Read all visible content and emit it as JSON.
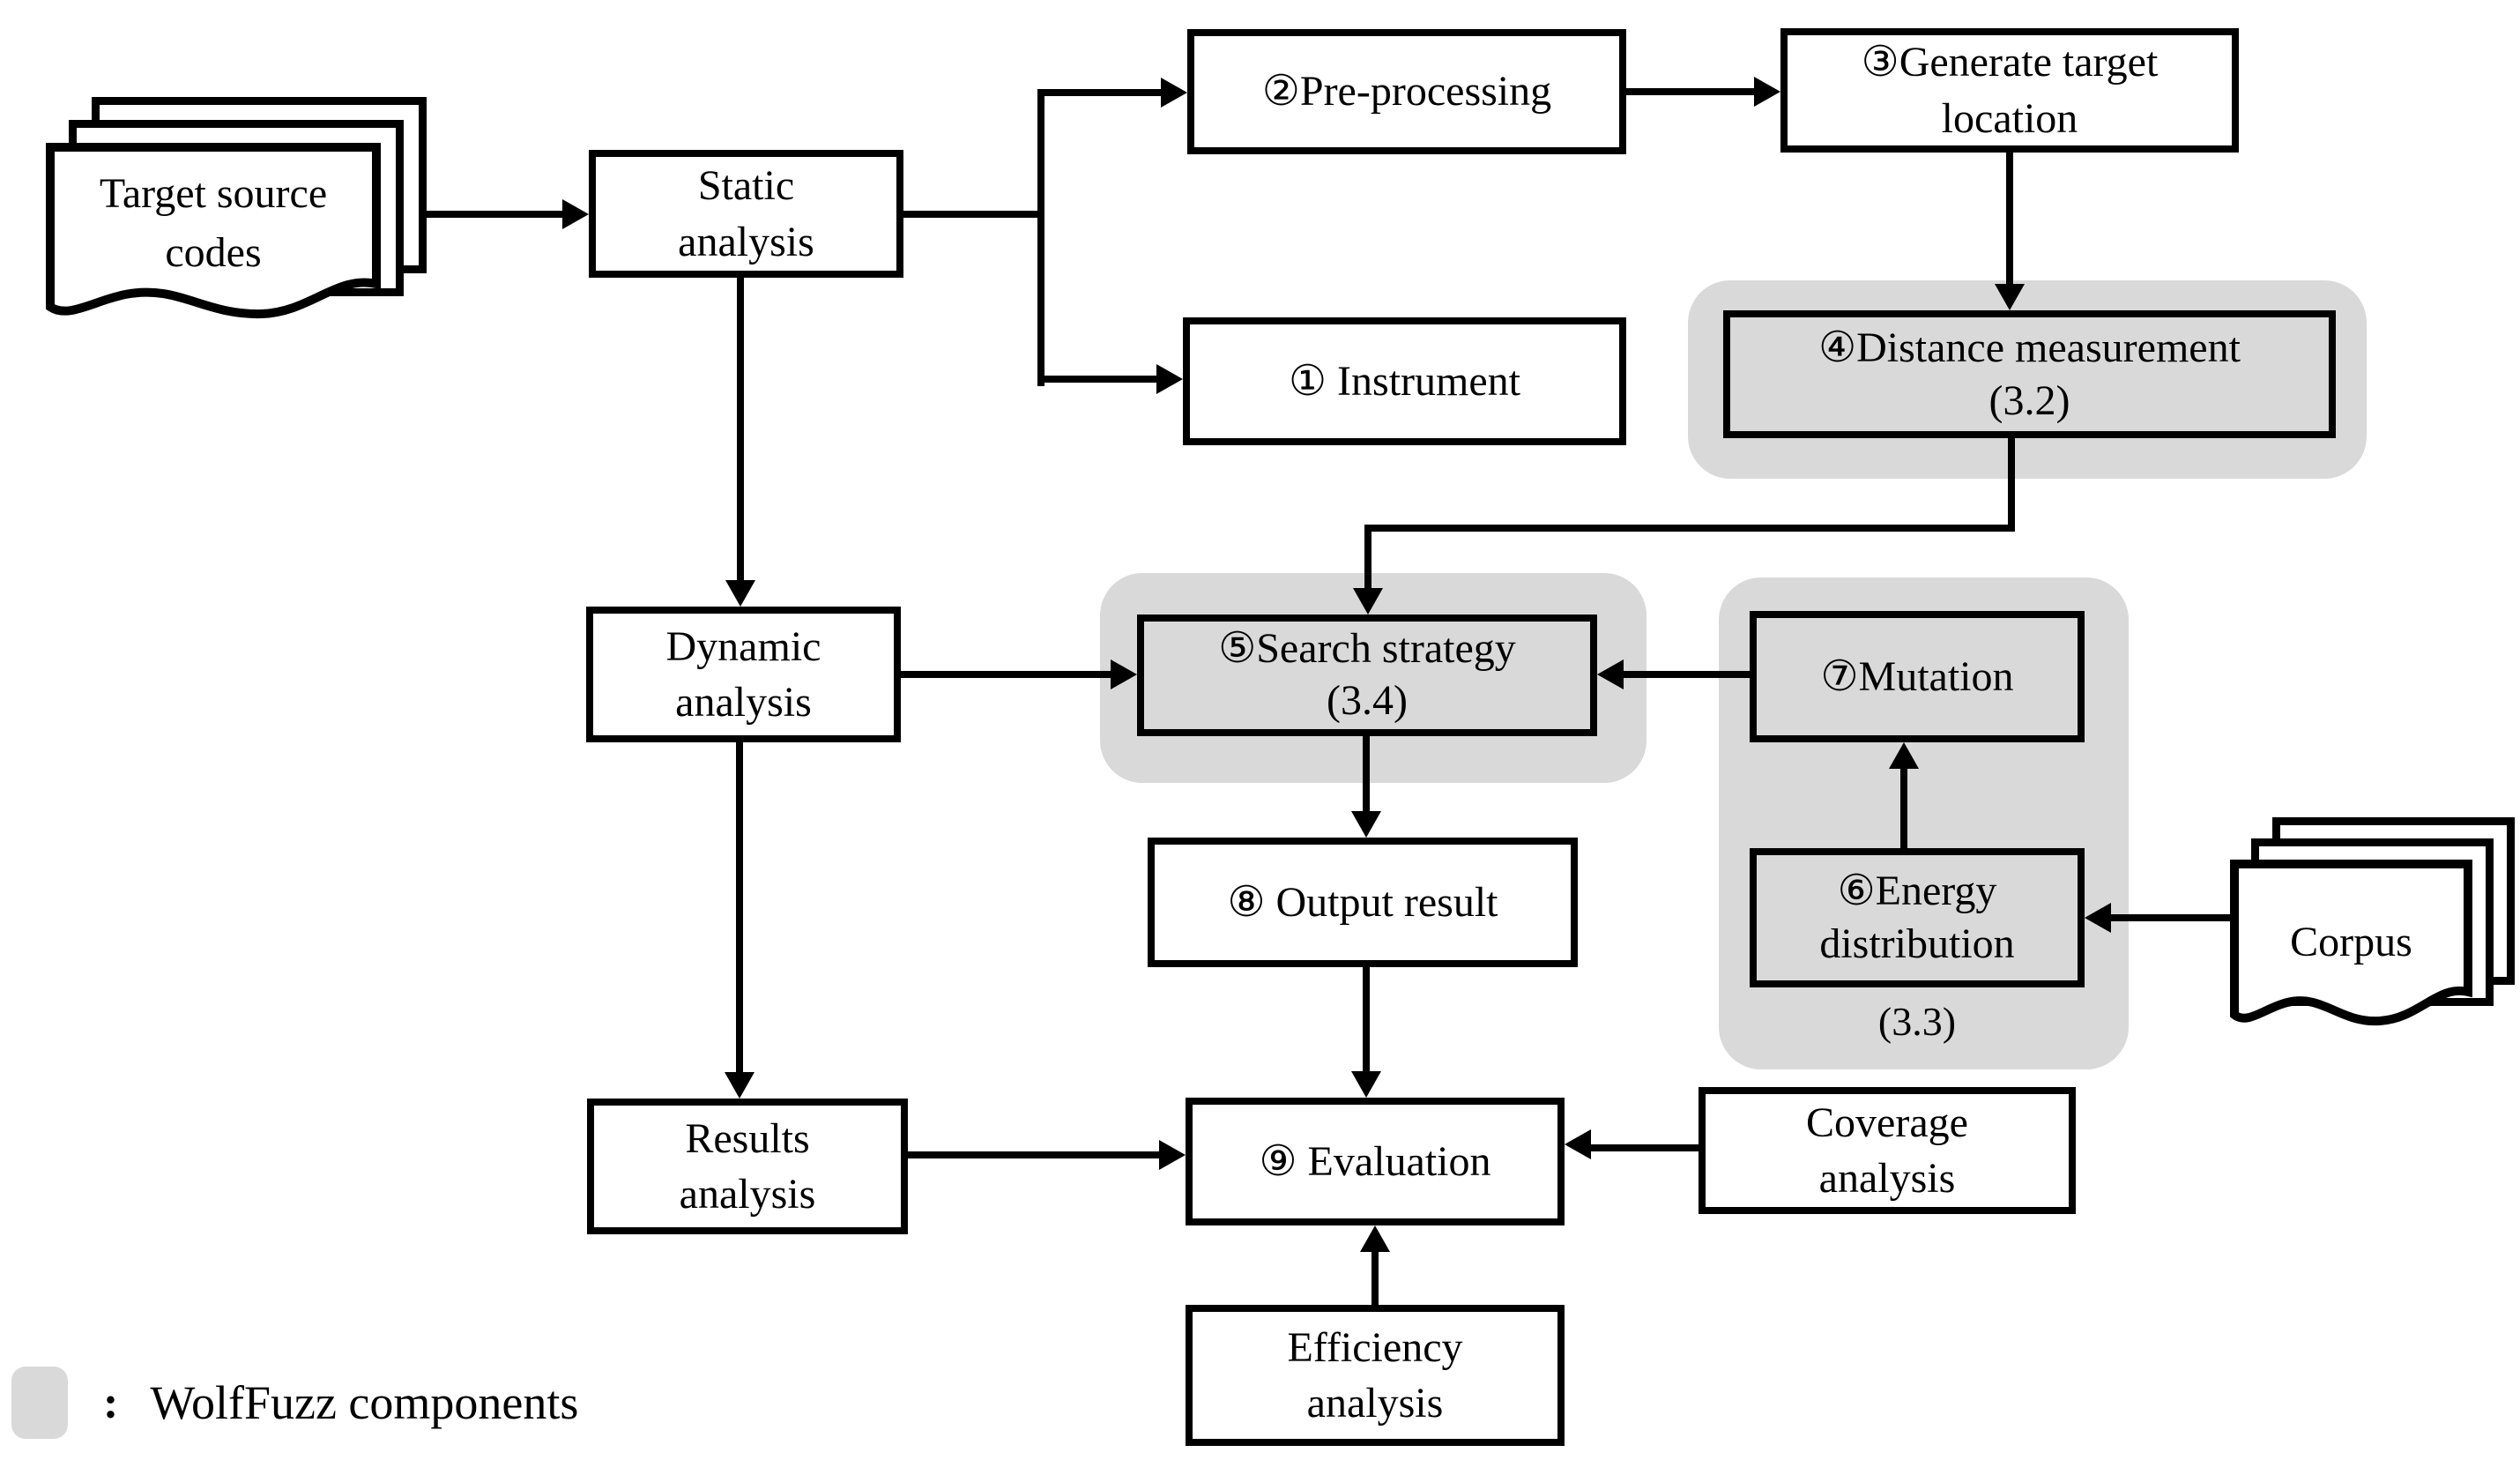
{
  "title": "WolfFuzz architecture flowchart",
  "colors": {
    "component_fill": "#d9d9d9",
    "line": "#000000",
    "background": "#ffffff"
  },
  "nodes": {
    "target_source": "Target source\ncodes",
    "static": "Static\nanalysis",
    "preprocessing": "②Pre-processing",
    "generate_target": "③Generate target\nlocation",
    "instrument": "① Instrument",
    "distance": "④Distance measurement\n(3.2)",
    "dynamic": "Dynamic\nanalysis",
    "search": "⑤Search strategy\n(3.4)",
    "mutation": "⑦Mutation",
    "energy": "⑥Energy\ndistribution",
    "energy_sub": "(3.3)",
    "corpus": "Corpus",
    "output": "⑧ Output result",
    "results": "Results\nanalysis",
    "evaluation": "⑨ Evaluation",
    "coverage": "Coverage\nanalysis",
    "efficiency": "Efficiency\nanalysis"
  },
  "legend": {
    "colon": ":",
    "label": "WolfFuzz components"
  }
}
